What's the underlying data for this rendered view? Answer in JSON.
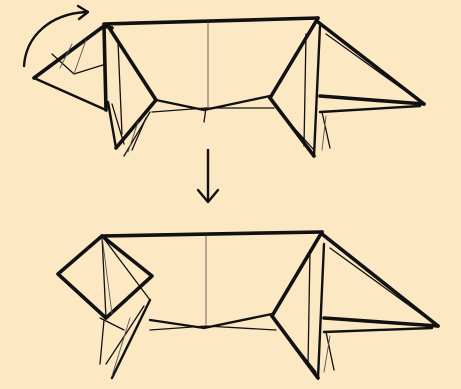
{
  "diagram": {
    "steps": [
      {
        "id": "step-1",
        "action": "rotate-head",
        "arrow_icon": "curved-arrow-icon"
      },
      {
        "id": "step-2",
        "action": "result"
      }
    ],
    "between_steps_icon": "down-arrow-icon",
    "colors": {
      "background": "#fde8c4",
      "ink": "#111111"
    }
  }
}
